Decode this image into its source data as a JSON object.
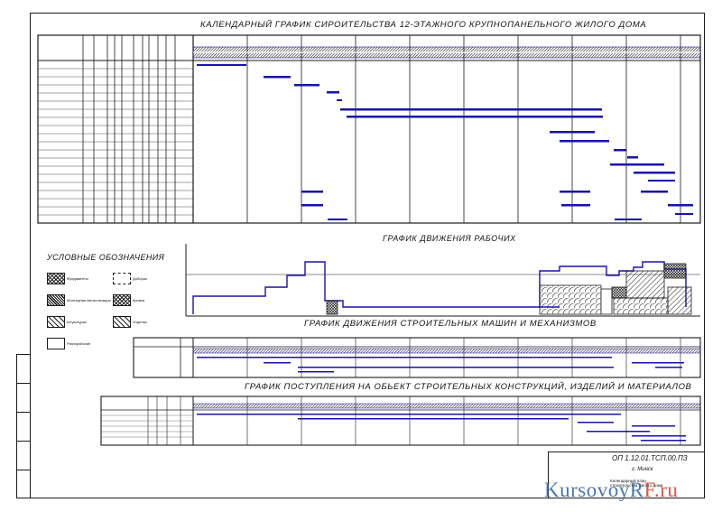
{
  "titles": {
    "calendar": "КАЛЕНДАРНЫЙ ГРАФИК СИРОИТЕЛЬСТВА 12-ЭТАЖНОГО КРУПНОПАНЕЛЬНОГО ЖИЛОГО ДОМА",
    "workers": "ГРАФИК ДВИЖЕНИЯ РАБОЧИХ",
    "machines": "ГРАФИК ДВИЖЕНИЯ СТРОИТЕЛЬНЫХ МАШИН И МЕХАНИЗМОВ",
    "materials": "ГРАФИК ПОСТУПЛЕНИЯ НА ОБЬЕКТ СТРОИТЕЛЬНЫХ КОНСТРУКЦИЙ, ИЗДЕЛИЙ И МАТЕРИАЛОВ"
  },
  "legend": {
    "title": "УСЛОВНЫЕ ОБОЗНАЧЕНИЯ",
    "items": [
      "Фундаменты",
      "Доборка",
      "Монтажная металлизация",
      "Кровля",
      "Штукатурка",
      "Отделка",
      "Разнорабочие"
    ]
  },
  "stamp": {
    "code": "ОП 1.12.01.ТСП.00.ПЗ",
    "city": "г. Минск",
    "topic": "Календарный план строительства жилого дома"
  },
  "watermark": {
    "main": "KursovoyR",
    "accent": "F.ru"
  },
  "colors": {
    "bar": "#1a12a8",
    "line": "#1a1a1a",
    "watermark": "#2d5f9e",
    "watermark_accent": "#d23a2a"
  }
}
